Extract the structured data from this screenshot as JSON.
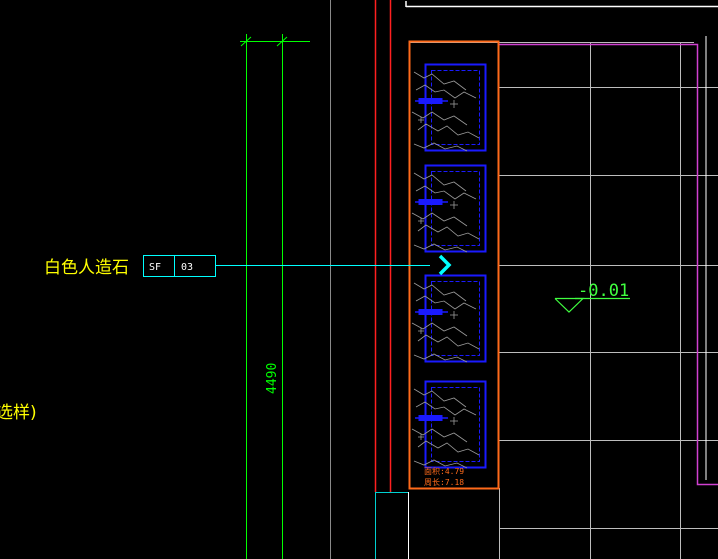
{
  "drawing": {
    "material_note": "白色人造石",
    "partial_note": "选样)",
    "tag_code": "SF",
    "tag_number": "03",
    "dimension_value": "4490",
    "level_value": "-0.01",
    "area_label": "面积:4.79",
    "perimeter_label": "周长:7.18"
  },
  "colors": {
    "background": "#000000",
    "dimension": "#00ff00",
    "leader": "#00ffff",
    "text": "#ffff00",
    "wall_red": "#ff2020",
    "outline_orange": "#ff6a1a",
    "fixture_blue": "#1a1aff",
    "grid_white": "#c8c8c8",
    "wall_magenta": "#d040d0",
    "level_green": "#40ff40"
  }
}
